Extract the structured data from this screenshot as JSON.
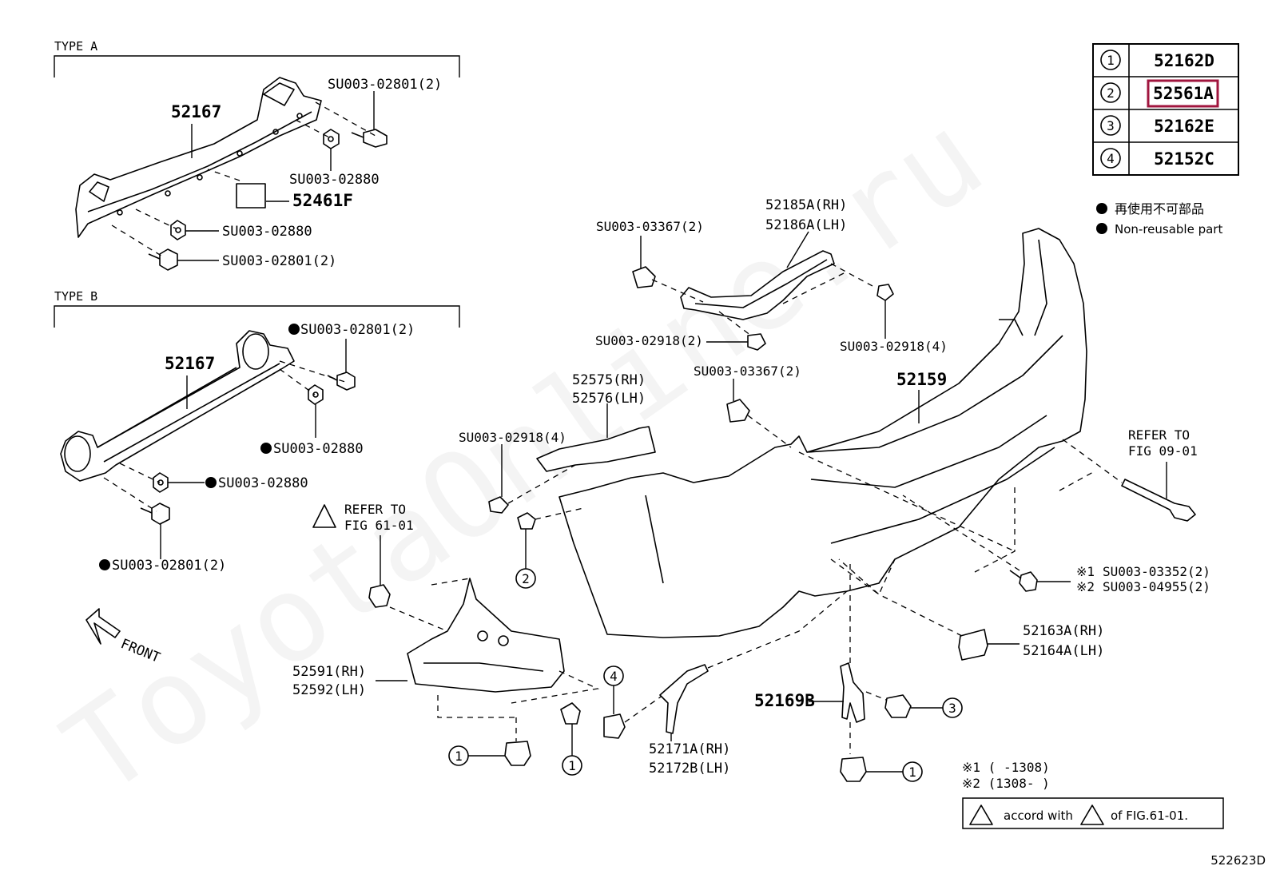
{
  "watermark": "ToyotaOnline.ru",
  "diagram_code": "522623D",
  "sections": {
    "type_a": "TYPE A",
    "type_b": "TYPE B"
  },
  "legend_table": {
    "rows": [
      {
        "index": "1",
        "code": "52162D",
        "highlighted": false
      },
      {
        "index": "2",
        "code": "52561A",
        "highlighted": true
      },
      {
        "index": "3",
        "code": "52162E",
        "highlighted": false
      },
      {
        "index": "4",
        "code": "52152C",
        "highlighted": false
      }
    ],
    "highlight_color": "#a0153e"
  },
  "non_reusable_note": {
    "japanese": "再使用不可部品",
    "english": "Non-reusable part"
  },
  "type_a": {
    "reinforcement": "52167",
    "bolt_top": "SU003-02801(2)",
    "nut_upper": "SU003-02880",
    "pad": "52461F",
    "nut_lower": "SU003-02880",
    "bolt_bottom": "SU003-02801(2)"
  },
  "type_b": {
    "reinforcement": "52167",
    "bolt_top": "SU003-02801(2)",
    "nut_upper": "SU003-02880",
    "nut_lower": "SU003-02880",
    "bolt_bottom": "SU003-02801(2)"
  },
  "labels": {
    "retainer_center": [
      "52185A(RH)",
      "52186A(LH)"
    ],
    "clip_su03367_a": "SU003-03367(2)",
    "screw_su02918_2": "SU003-02918(2)",
    "screw_su02918_4_right": "SU003-02918(4)",
    "clip_su03367_b": "SU003-03367(2)",
    "side_retainer": [
      "52575(RH)",
      "52576(LH)"
    ],
    "screw_su02918_4_left": "SU003-02918(4)",
    "bumper_cover": "52159",
    "refer_09": [
      "REFER TO",
      "FIG 09-01"
    ],
    "refer_61": [
      "REFER TO",
      "FIG 61-01"
    ],
    "bolt_alt_1": "SU003-03352(2)",
    "bolt_alt_2": "SU003-04955(2)",
    "alt_mark_1": "※1",
    "alt_mark_2": "※2",
    "reflector": [
      "52163A(RH)",
      "52164A(LH)"
    ],
    "seal": [
      "52591(RH)",
      "52592(LH)"
    ],
    "bracket_lower": [
      "52171A(RH)",
      "52172B(LH)"
    ],
    "bracket_center": "52169B",
    "front": "FRONT",
    "date_note_1": "※1 (      -1308)",
    "date_note_2": "※2 (1308-      )",
    "accord_text_a": "accord with",
    "accord_text_b": "of FIG.61-01."
  },
  "callouts": {
    "c1": "1",
    "c2": "2",
    "c3": "3",
    "c4": "4"
  }
}
